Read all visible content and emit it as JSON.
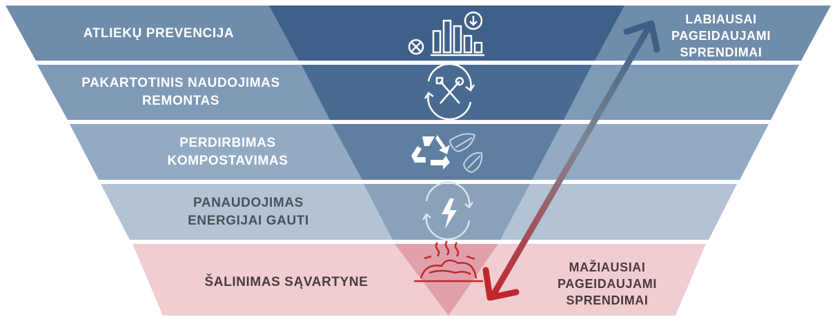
{
  "hierarchy": {
    "levels": [
      {
        "lines": [
          "ATLIEKŲ PREVENCIJA"
        ],
        "icon": "reduce-chart-icon",
        "color": "#6f8cab"
      },
      {
        "lines": [
          "PAKARTOTINIS NAUDOJIMAS",
          "REMONTAS"
        ],
        "icon": "repair-cycle-icon",
        "color": "#7f9ab7"
      },
      {
        "lines": [
          "PERDIRBIMAS",
          "KOMPOSTAVIMAS"
        ],
        "icon": "recycle-leaf-icon",
        "color": "#93aac3"
      },
      {
        "lines": [
          "PANAUDOJIMAS",
          "ENERGIJAI GAUTI"
        ],
        "icon": "energy-cycle-icon",
        "color": "#b3c3d3"
      },
      {
        "lines": [
          "ŠALINIMAS SĄVARTYNE"
        ],
        "icon": "landfill-icon",
        "color": "#f0cdd1"
      }
    ],
    "top_label": [
      "LABIAUSAI",
      "PAGEIDAUJAMI",
      "SPRENDIMAI"
    ],
    "bottom_label": [
      "MAŽIAUSIAI",
      "PAGEIDAUJAMI",
      "SPRENDIMAI"
    ],
    "arrow": {
      "top_color": "#3d5f86",
      "bottom_color": "#c0272d",
      "icon": "double-arrow-icon"
    }
  }
}
